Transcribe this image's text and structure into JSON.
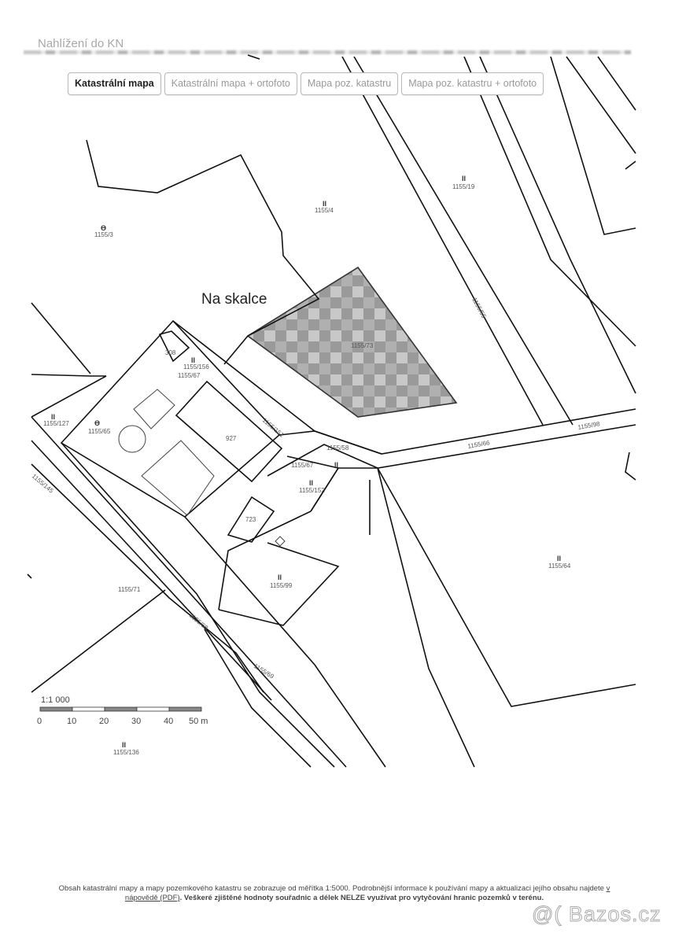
{
  "header": {
    "title": "Nahlížení do KN"
  },
  "tabs": [
    {
      "label": "Katastrální mapa",
      "active": true
    },
    {
      "label": "Katastrální mapa + ortofoto",
      "active": false
    },
    {
      "label": "Mapa poz. katastru",
      "active": false
    },
    {
      "label": "Mapa poz. katastru + ortofoto",
      "active": false
    }
  ],
  "map": {
    "place_name": "Na skalce",
    "parcels": [
      {
        "number": "1155/3",
        "symbol": "ϴ"
      },
      {
        "number": "1155/4",
        "symbol": "II"
      },
      {
        "number": "1155/19",
        "symbol": "II"
      },
      {
        "number": "1155/73",
        "symbol": ""
      },
      {
        "number": "1155/156",
        "symbol": "II"
      },
      {
        "number": "1155/67",
        "symbol": ""
      },
      {
        "number": "1155/127",
        "symbol": "II"
      },
      {
        "number": "1155/65",
        "symbol": "ϴ"
      },
      {
        "number": "1155/151",
        "symbol": ""
      },
      {
        "number": "1155/58",
        "symbol": ""
      },
      {
        "number": "1155/67",
        "symbol": "II"
      },
      {
        "number": "1155/152",
        "symbol": "II"
      },
      {
        "number": "1155/99",
        "symbol": "II"
      },
      {
        "number": "1155/71",
        "symbol": ""
      },
      {
        "number": "1155/68",
        "symbol": ""
      },
      {
        "number": "1155/69",
        "symbol": ""
      },
      {
        "number": "1155/66",
        "symbol": ""
      },
      {
        "number": "1155/98",
        "symbol": ""
      },
      {
        "number": "1155/64",
        "symbol": "II"
      },
      {
        "number": "1155/136",
        "symbol": "II"
      },
      {
        "number": "1155/55",
        "symbol": ""
      },
      {
        "number": "1155/145",
        "symbol": ""
      }
    ],
    "buildings": [
      "308",
      "927",
      "723"
    ],
    "hatched_parcel_color": "#8a8a8a"
  },
  "scale": {
    "ratio": "1:1 000",
    "ticks": [
      "0",
      "10",
      "20",
      "30",
      "40",
      "50 m"
    ]
  },
  "footer": {
    "text1": "Obsah katastrální mapy a mapy pozemkového katastru se zobrazuje od měřítka 1:5000. Podrobnější informace k používání mapy a aktualizaci jejího obsahu najdete",
    "link_v": "v",
    "link_help": "nápovědě (PDF)",
    "text2": ". Veškeré zjištěné hodnoty souřadnic a délek NELZE využívat pro vytyčování hranic pozemků v terénu."
  },
  "watermark": "@( Bazos.cz"
}
